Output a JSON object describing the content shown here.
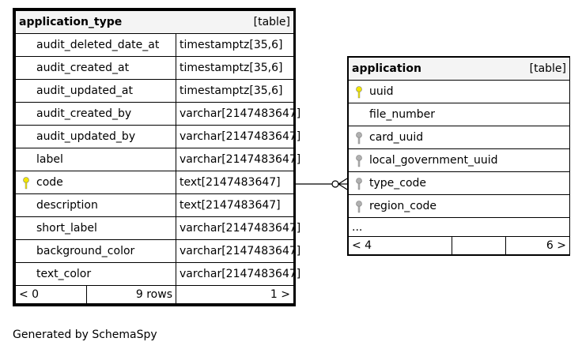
{
  "application_type": {
    "name": "application_type",
    "kind": "[table]",
    "columns": [
      {
        "name": "audit_deleted_date_at",
        "type": "timestamptz[35,6]",
        "key": ""
      },
      {
        "name": "audit_created_at",
        "type": "timestamptz[35,6]",
        "key": ""
      },
      {
        "name": "audit_updated_at",
        "type": "timestamptz[35,6]",
        "key": ""
      },
      {
        "name": "audit_created_by",
        "type": "varchar[2147483647]",
        "key": ""
      },
      {
        "name": "audit_updated_by",
        "type": "varchar[2147483647]",
        "key": ""
      },
      {
        "name": "label",
        "type": "varchar[2147483647]",
        "key": ""
      },
      {
        "name": "code",
        "type": "text[2147483647]",
        "key": "primary"
      },
      {
        "name": "description",
        "type": "text[2147483647]",
        "key": ""
      },
      {
        "name": "short_label",
        "type": "varchar[2147483647]",
        "key": ""
      },
      {
        "name": "background_color",
        "type": "varchar[2147483647]",
        "key": ""
      },
      {
        "name": "text_color",
        "type": "varchar[2147483647]",
        "key": ""
      }
    ],
    "footer": {
      "parents": "< 0",
      "rows": "9 rows",
      "children": "1 >"
    }
  },
  "application": {
    "name": "application",
    "kind": "[table]",
    "columns": [
      {
        "name": "uuid",
        "key": "primary"
      },
      {
        "name": "file_number",
        "key": ""
      },
      {
        "name": "card_uuid",
        "key": "foreign"
      },
      {
        "name": "local_government_uuid",
        "key": "foreign"
      },
      {
        "name": "type_code",
        "key": "foreign"
      },
      {
        "name": "region_code",
        "key": "foreign"
      }
    ],
    "ellipsis": "...",
    "footer": {
      "parents": "< 4",
      "rows": "",
      "children": "6 >"
    }
  },
  "colors": {
    "primary_key": "#f2e600",
    "foreign_key": "#b0b0b0",
    "header_bg": "#f4f4f4"
  },
  "footer_text": "Generated by SchemaSpy"
}
